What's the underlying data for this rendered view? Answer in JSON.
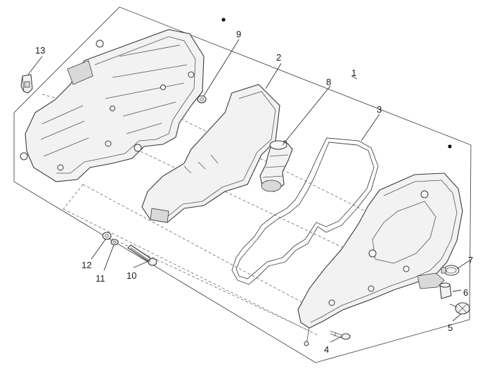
{
  "diagram": {
    "callouts": [
      {
        "id": "c1",
        "label": "1"
      },
      {
        "id": "c2",
        "label": "2"
      },
      {
        "id": "c3",
        "label": "3"
      },
      {
        "id": "c4",
        "label": "4"
      },
      {
        "id": "c5",
        "label": "5"
      },
      {
        "id": "c6",
        "label": "6"
      },
      {
        "id": "c7",
        "label": "7"
      },
      {
        "id": "c8",
        "label": "8"
      },
      {
        "id": "c9",
        "label": "9"
      },
      {
        "id": "c10",
        "label": "10"
      },
      {
        "id": "c11",
        "label": "11"
      },
      {
        "id": "c12",
        "label": "12"
      },
      {
        "id": "c13",
        "label": "13"
      }
    ]
  }
}
